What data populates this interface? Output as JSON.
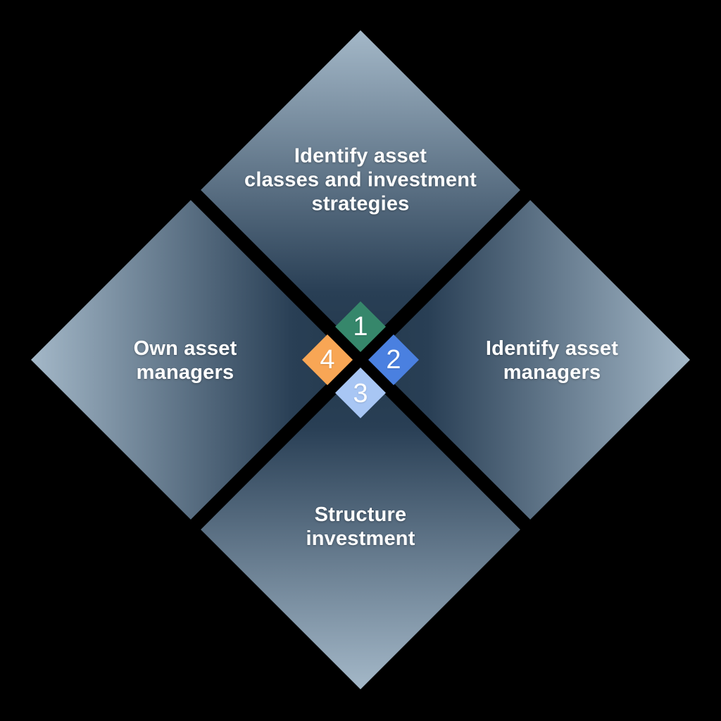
{
  "diagram": {
    "title": "Investment process diamond diagram",
    "background_color": "#000000",
    "quadrants": [
      {
        "id": "top",
        "label": "Identify asset\nclasses and investment\nstrategies"
      },
      {
        "id": "right",
        "label": "Identify asset\nmanagers"
      },
      {
        "id": "bottom",
        "label": "Structure\ninvestment"
      },
      {
        "id": "left",
        "label": "Own asset\nmanagers"
      }
    ],
    "steps": [
      {
        "number": "1",
        "position": "top",
        "color": "#36876B"
      },
      {
        "number": "2",
        "position": "right",
        "color": "#4A80E0"
      },
      {
        "number": "3",
        "position": "bottom",
        "color": "#A8C6F4"
      },
      {
        "number": "4",
        "position": "left",
        "color": "#F8A655"
      }
    ],
    "colors": {
      "quadrant_outer": "#A4B8C8",
      "quadrant_mid": "#293F55",
      "quadrant_inner": "#243A4E",
      "label_text": "#FFFFFF"
    }
  }
}
